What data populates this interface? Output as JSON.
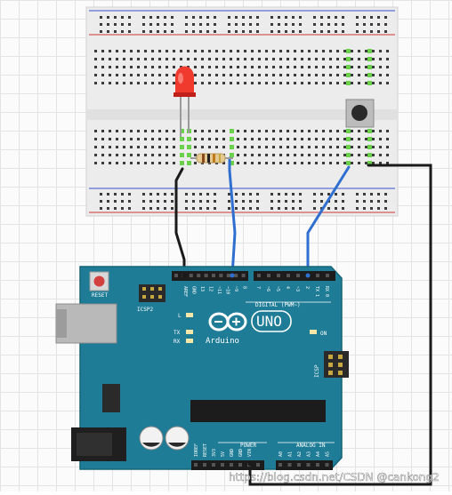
{
  "arduino": {
    "reset_label": "RESET",
    "icsp2_label": "ICSP2",
    "icsp_label": "ICSP",
    "l_label": "L",
    "tx_label": "TX",
    "rx_label": "RX",
    "on_label": "ON",
    "uno_label": "UNO",
    "brand_label": "Arduino",
    "digital_label": "DIGITAL (PWM~)",
    "power_label": "POWER",
    "analog_label": "ANALOG IN",
    "top_pins": [
      "AREF",
      "GND",
      "13",
      "12",
      "~11",
      "~10",
      "~9",
      "8"
    ],
    "top_pins2": [
      "7",
      "~6",
      "~5",
      "4",
      "~3",
      "2",
      "TX 1",
      "RX 0"
    ],
    "power_pins": [
      "IOREF",
      "RESET",
      "3V3",
      "5V",
      "GND",
      "GND",
      "VIN"
    ],
    "analog_pins": [
      "A0",
      "A1",
      "A2",
      "A3",
      "A4",
      "A5"
    ]
  },
  "watermark": "https://blog.csdn.net/CSDN @cankong2"
}
